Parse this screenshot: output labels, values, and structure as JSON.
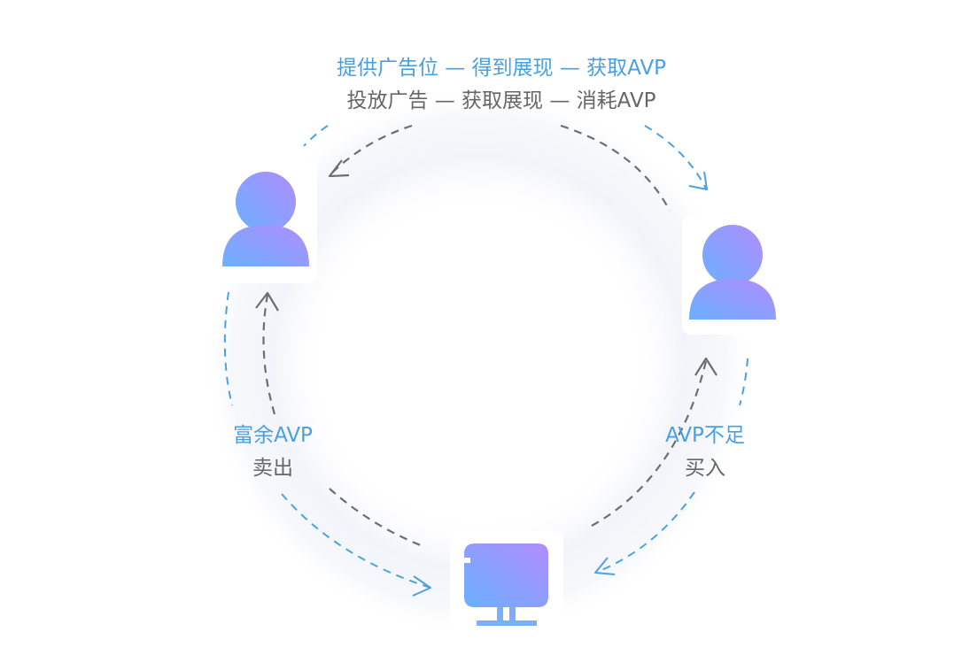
{
  "colors": {
    "flow_blue": "#4aa3e0",
    "flow_gray": "#6e6e6e",
    "label_blue": "#4a9fe0",
    "label_gray": "#666666",
    "gradient_start": "#6ab0ff",
    "gradient_end": "#b28cff",
    "ring_fill": "#f6f7fb"
  },
  "nodes": {
    "left_user": {
      "icon": "user-icon"
    },
    "right_user": {
      "icon": "user-icon"
    },
    "platform": {
      "icon": "monitor-icon"
    }
  },
  "labels": {
    "top_blue": "提供广告位 — 得到展现 — 获取AVP",
    "top_gray": "投放广告 — 获取展现 — 消耗AVP",
    "left_blue": "富余AVP",
    "left_gray": "卖出",
    "right_blue": "AVP不足",
    "right_gray": "买入"
  }
}
